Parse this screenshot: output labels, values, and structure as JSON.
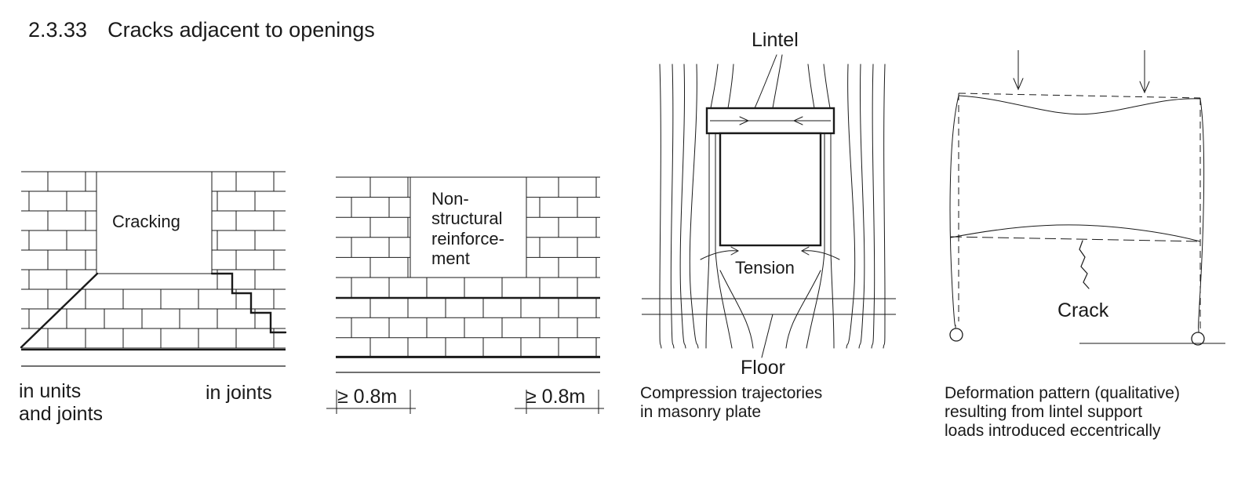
{
  "heading": {
    "number": "2.3.33",
    "title": "Cracks adjacent to openings"
  },
  "panel1": {
    "opening_label": "Cracking",
    "caption_left_line1": "in units",
    "caption_left_line2": "and joints",
    "caption_right": "in joints"
  },
  "panel2": {
    "opening_line1": "Non-",
    "opening_line2": "structural",
    "opening_line3": "reinforce-",
    "opening_line4": "ment",
    "dim_left": "≥ 0.8m",
    "dim_right": "≥ 0.8m"
  },
  "panel3": {
    "lintel_label": "Lintel",
    "tension_label": "Tension",
    "floor_label": "Floor",
    "caption_line1": "Compression trajectories",
    "caption_line2": "in masonry plate"
  },
  "panel4": {
    "crack_label": "Crack",
    "caption_line1": "Deformation pattern (qualitative)",
    "caption_line2": "resulting from lintel support",
    "caption_line3": "loads introduced eccentrically"
  }
}
